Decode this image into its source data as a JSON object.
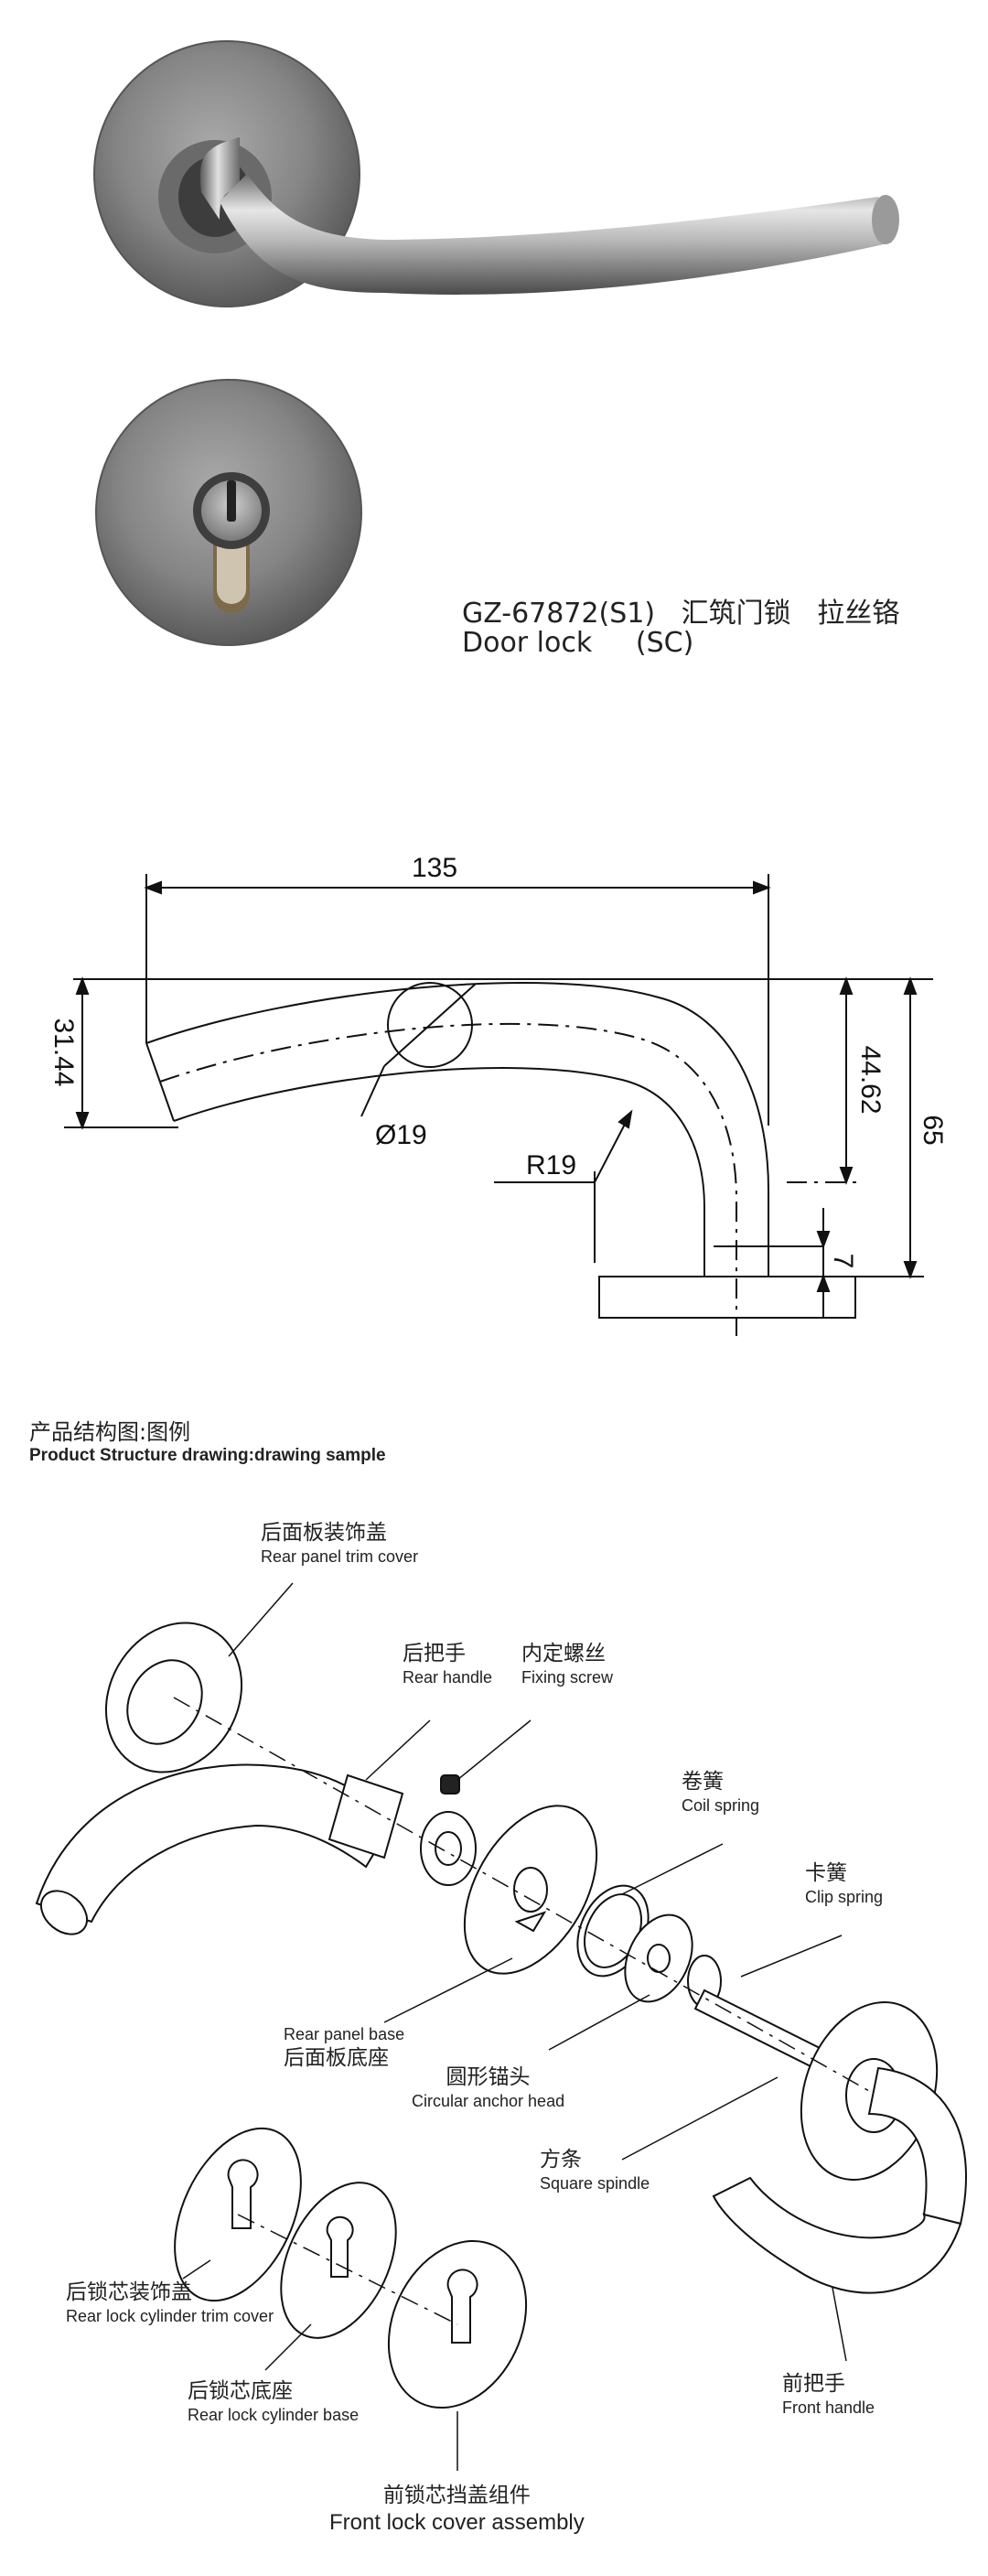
{
  "product": {
    "model_line": "GZ-67872(S1)   汇筑门锁   拉丝铬",
    "name_line": "Door lock     (SC)"
  },
  "dimensions": {
    "length": "135",
    "height_left": "31.44",
    "height_mid": "44.62",
    "height_total": "65",
    "diameter": "Ø19",
    "radius": "R19",
    "base": "7"
  },
  "structure": {
    "title_cn": "产品结构图:图例",
    "title_en": "Product Structure drawing:drawing sample",
    "parts": [
      {
        "cn": "后面板装饰盖",
        "en": "Rear panel trim cover"
      },
      {
        "cn": "后把手",
        "en": "Rear handle"
      },
      {
        "cn": "内定螺丝",
        "en": "Fixing screw"
      },
      {
        "cn": "卷簧",
        "en": "Coil spring"
      },
      {
        "cn": "卡簧",
        "en": "Clip spring"
      },
      {
        "cn": "后面板底座",
        "en": "Rear panel base"
      },
      {
        "cn": "圆形锚头",
        "en": "Circular anchor head"
      },
      {
        "cn": "方条",
        "en": "Square spindle"
      },
      {
        "cn": "后锁芯装饰盖",
        "en": "Rear lock cylinder trim cover"
      },
      {
        "cn": "前把手",
        "en": "Front handle"
      },
      {
        "cn": "后锁芯底座",
        "en": "Rear lock cylinder base"
      },
      {
        "cn": "前锁芯挡盖组件",
        "en": "Front lock cover assembly"
      }
    ]
  },
  "colors": {
    "metal_dark": "#5e5e5e",
    "metal_light": "#d8d8d8",
    "line": "#111111"
  }
}
